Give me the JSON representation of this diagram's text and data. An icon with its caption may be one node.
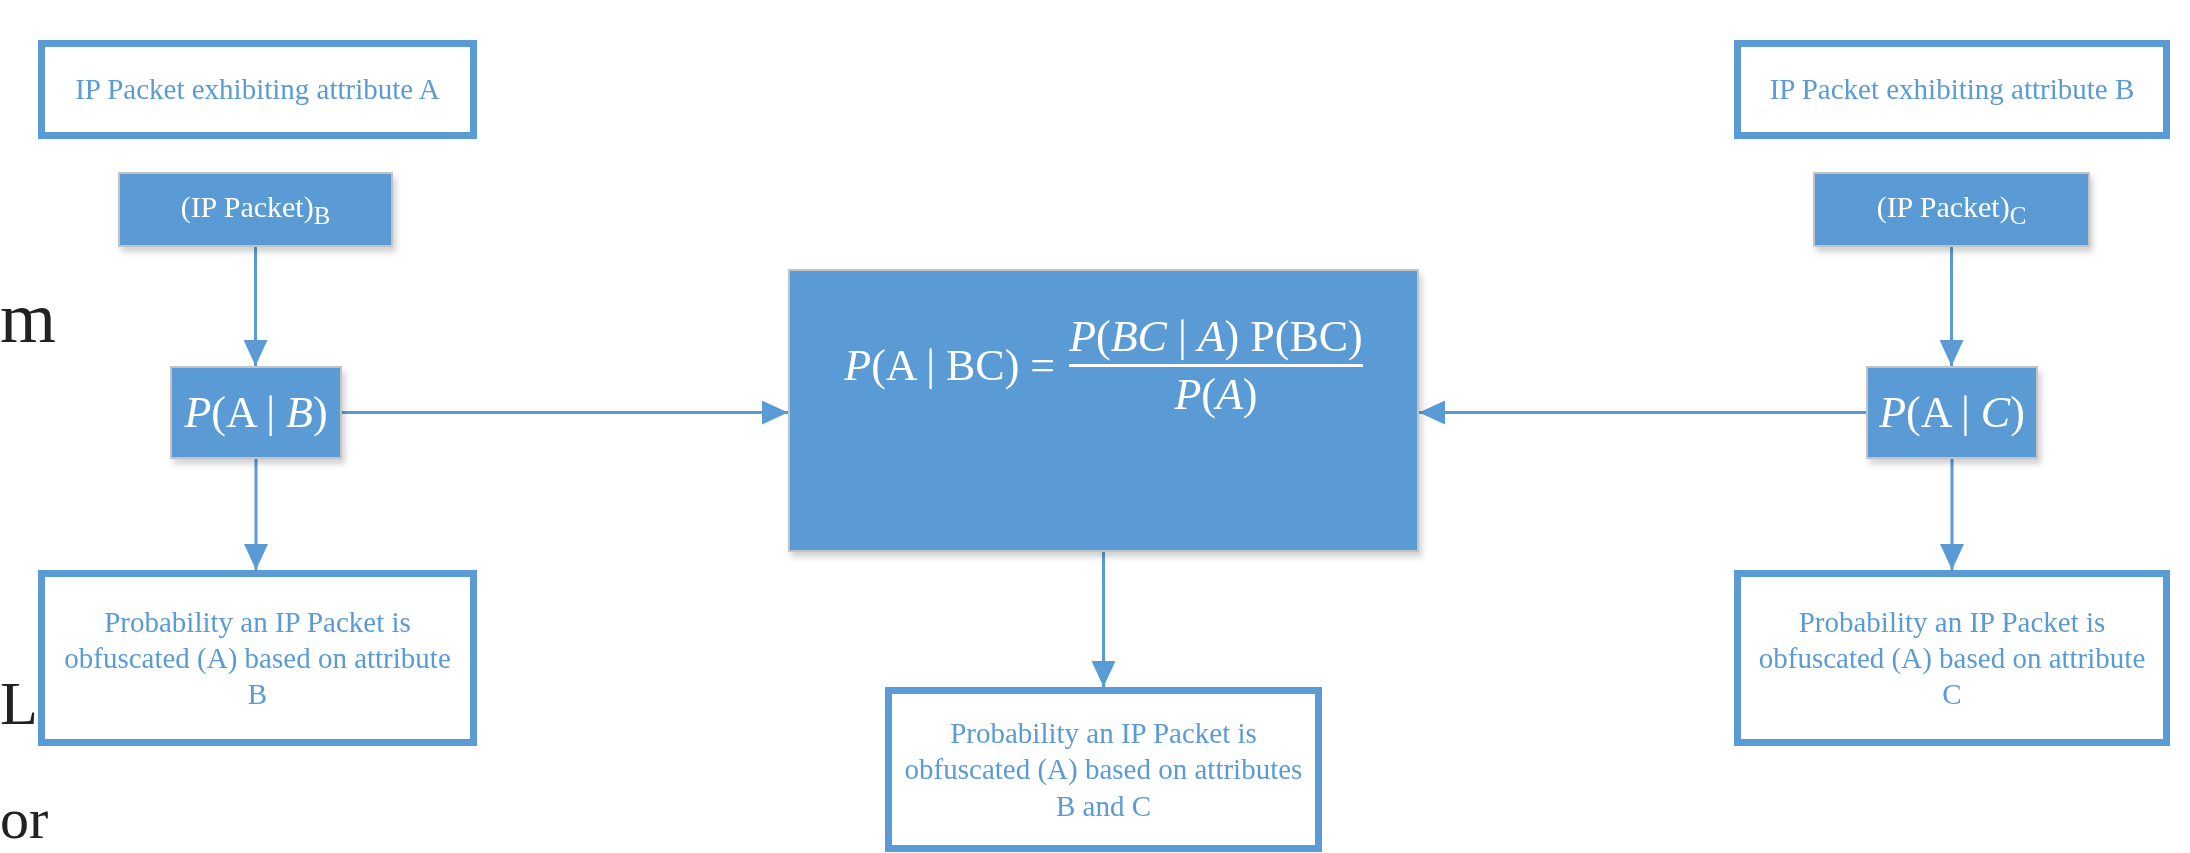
{
  "diagram": {
    "nodes": [
      {
        "text": [
          "IP Packet exhibiting attribute A"
        ]
      },
      {
        "text": [
          "(IP Packet)$_{B}$"
        ]
      },
      {
        "text": [
          "*P*(A | *B*)"
        ]
      },
      {
        "text": [
          "Probability an IP Packet is obfuscated (A) based on attribute B"
        ]
      },
      {
        "text": [
          "*P*(A | BC) =",
          "*P*(*BC* | *A*) P(BC)",
          "*P*(*A*)"
        ]
      },
      {
        "text": [
          "Probability an IP Packet is obfuscated (A) based on attributes B and C"
        ]
      },
      {
        "text": [
          "IP Packet exhibiting attribute B"
        ]
      },
      {
        "text": [
          "(IP Packet)$_{C}$"
        ]
      },
      {
        "text": [
          "*P*(A | *C*)"
        ]
      },
      {
        "text": [
          "Probability an IP Packet is obfuscated (A) based on attribute C"
        ]
      }
    ],
    "edges": [
      {
        "from": 1,
        "to": 2,
        "arrow": "to"
      },
      {
        "from": 2,
        "to": 3,
        "arrow": "to"
      },
      {
        "from": 2,
        "to": 4,
        "arrow": "to"
      },
      {
        "from": 7,
        "to": 8,
        "arrow": "to"
      },
      {
        "from": 8,
        "to": 9,
        "arrow": "to"
      },
      {
        "from": 8,
        "to": 4,
        "arrow": "to"
      },
      {
        "from": 4,
        "to": 5,
        "arrow": "to"
      }
    ],
    "labels": [
      "m",
      "L",
      "or"
    ]
  }
}
